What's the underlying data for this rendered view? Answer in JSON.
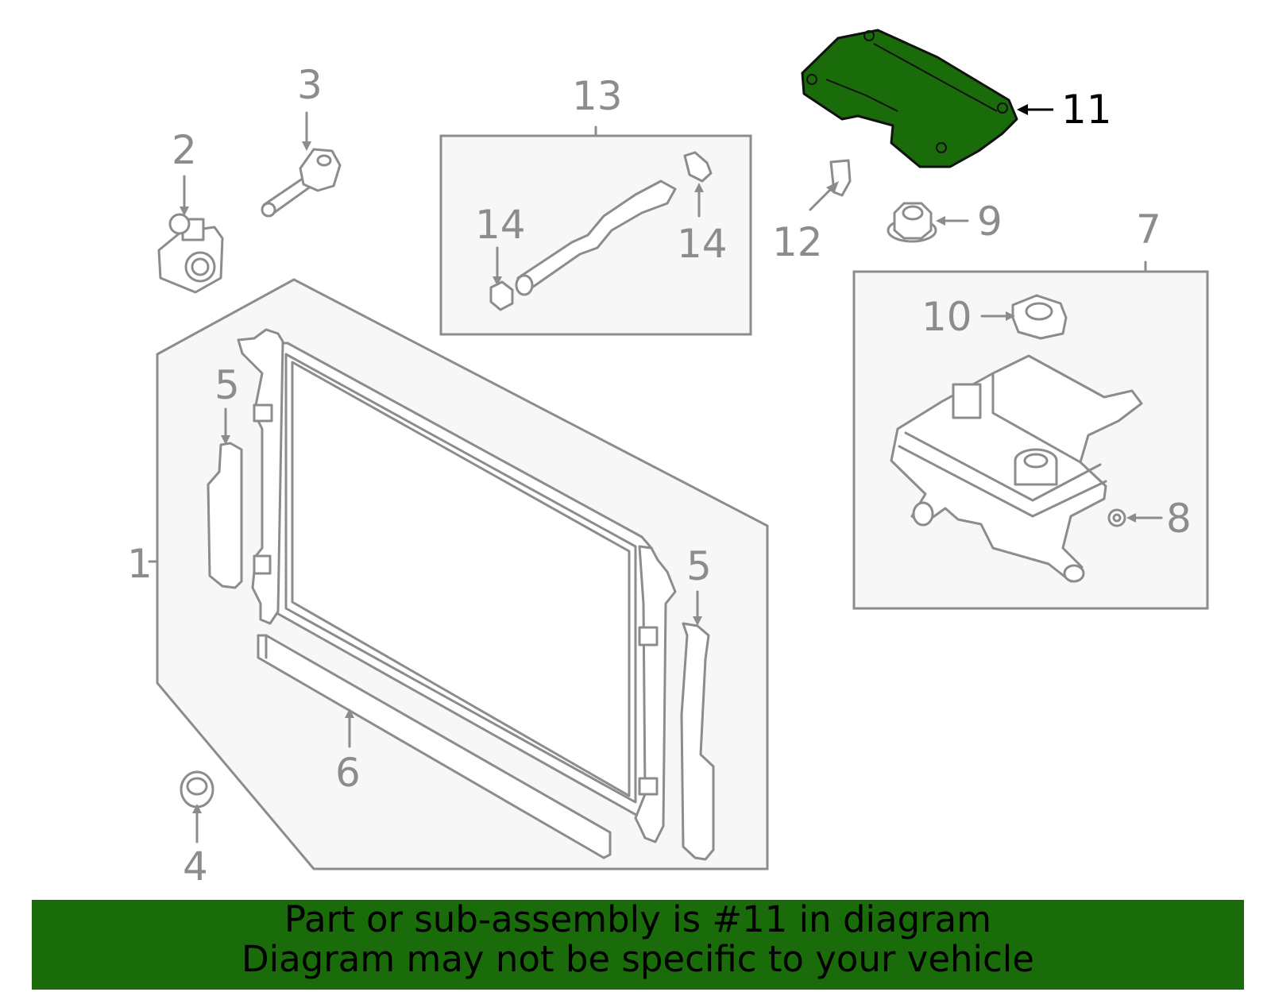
{
  "colors": {
    "highlight": "#1a6b0a",
    "highlight_stroke": "#111111",
    "line": "#8c8c8c",
    "box_fill": "#f7f7f7",
    "banner": "#1a6b0a"
  },
  "callouts": {
    "c1": "1",
    "c2": "2",
    "c3": "3",
    "c4": "4",
    "c5a": "5",
    "c5b": "5",
    "c6": "6",
    "c7": "7",
    "c8": "8",
    "c9": "9",
    "c10": "10",
    "c11": "11",
    "c12": "12",
    "c13": "13",
    "c14a": "14",
    "c14b": "14"
  },
  "highlighted_part": "11",
  "banner": {
    "line1": "Part or sub-assembly is #11 in diagram",
    "line2": "Diagram may not be specific to your vehicle"
  }
}
